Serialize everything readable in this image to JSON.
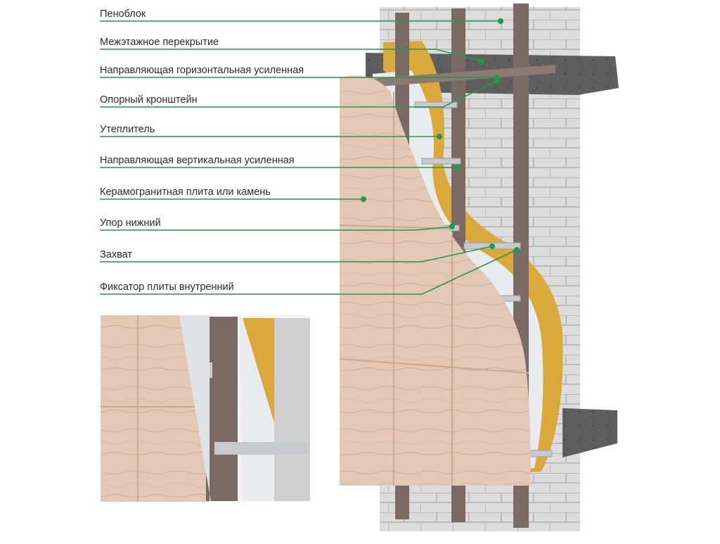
{
  "callouts": [
    {
      "id": "foam-block",
      "label": "Пеноблок"
    },
    {
      "id": "floor-slab",
      "label": "Межэтажное перекрытие"
    },
    {
      "id": "horizontal-guide",
      "label": "Направляющая горизонтальная усиленная"
    },
    {
      "id": "support-bracket",
      "label": "Опорный кронштейн"
    },
    {
      "id": "insulation",
      "label": "Утеплитель"
    },
    {
      "id": "vertical-guide",
      "label": "Направляющая вертикальная усиленная"
    },
    {
      "id": "stone-slab",
      "label": "Керамогранитная плита или камень"
    },
    {
      "id": "bottom-stop",
      "label": "Упор нижний"
    },
    {
      "id": "clamp",
      "label": "Захват"
    },
    {
      "id": "inner-fixer",
      "label": "Фиксатор плиты внутренний"
    }
  ],
  "colors": {
    "leader_line": "#1f9a4a",
    "dot": "#1f9a4a",
    "wall_block": "#d6d6d6",
    "mortar": "#b9b9b9",
    "slab_concrete": "#5a5a5a",
    "metal_profile": "#7b6a64",
    "insulation_wool": "#d9a93c",
    "membrane": "#e8ecef",
    "stone_panel": "#e3c7b3"
  }
}
